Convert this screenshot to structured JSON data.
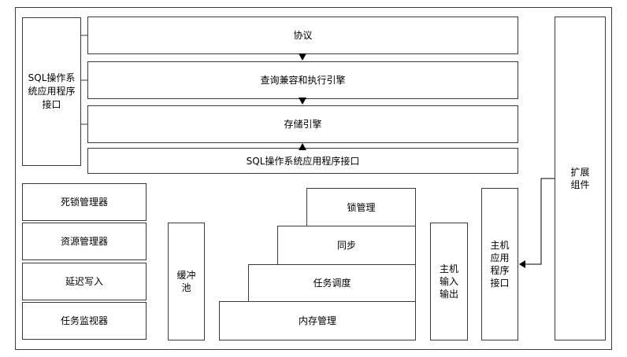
{
  "diagram": {
    "sql_os_api_left": "SQL操作系统应用程序接口",
    "protocol": "协议",
    "query_engine": "查询兼容和执行引擎",
    "storage_engine": "存储引擎",
    "sql_os_api_bar": "SQL操作系统应用程序接口",
    "extension": "扩展组件",
    "deadlock_manager": "死锁管理器",
    "resource_manager": "资源管理器",
    "lazy_writer": "延迟写入",
    "task_monitor": "任务监视器",
    "buffer_pool": "缓冲池",
    "lock_management": "锁管理",
    "sync": "同步",
    "task_scheduling": "任务调度",
    "memory_management": "内存管理",
    "host_io": "主机输入输出",
    "host_app_api": "主机应用程序接口"
  }
}
